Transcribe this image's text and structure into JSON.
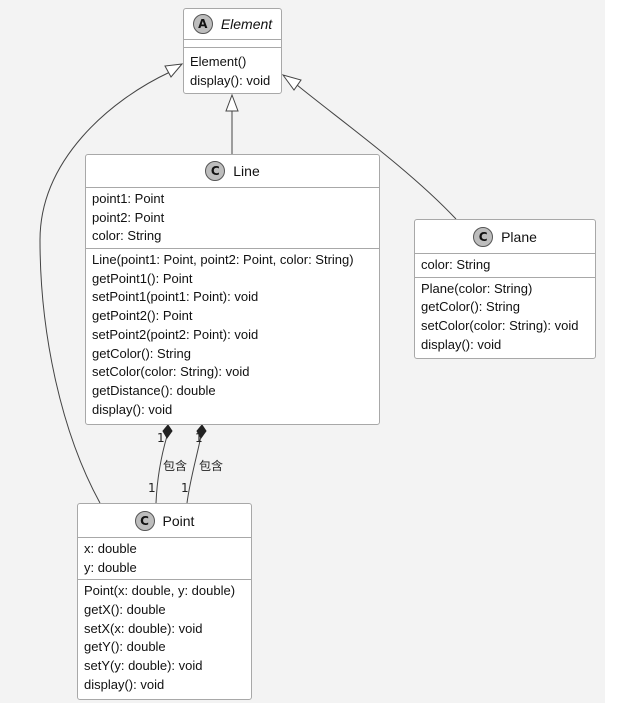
{
  "classes": {
    "element": {
      "badge": "A",
      "name": "Element",
      "fields": [],
      "methods": [
        "Element()",
        "display(): void"
      ]
    },
    "line": {
      "badge": "C",
      "name": "Line",
      "fields": [
        "point1: Point",
        "point2: Point",
        "color: String"
      ],
      "methods": [
        "Line(point1: Point, point2: Point, color: String)",
        "getPoint1(): Point",
        "setPoint1(point1: Point): void",
        "getPoint2(): Point",
        "setPoint2(point2: Point): void",
        "getColor(): String",
        "setColor(color: String): void",
        "getDistance(): double",
        "display(): void"
      ]
    },
    "plane": {
      "badge": "C",
      "name": "Plane",
      "fields": [
        "color: String"
      ],
      "methods": [
        "Plane(color: String)",
        "getColor(): String",
        "setColor(color: String): void",
        "display(): void"
      ]
    },
    "point": {
      "badge": "C",
      "name": "Point",
      "fields": [
        "x: double",
        "y: double"
      ],
      "methods": [
        "Point(x: double, y: double)",
        "getX(): double",
        "setX(x: double): void",
        "getY(): double",
        "setY(y: double): void",
        "display(): void"
      ]
    }
  },
  "relations": {
    "composition_1": {
      "label": "包含",
      "source_multiplicity": "1",
      "target_multiplicity": "1"
    },
    "composition_2": {
      "label": "包含",
      "source_multiplicity": "1",
      "target_multiplicity": "1"
    }
  }
}
